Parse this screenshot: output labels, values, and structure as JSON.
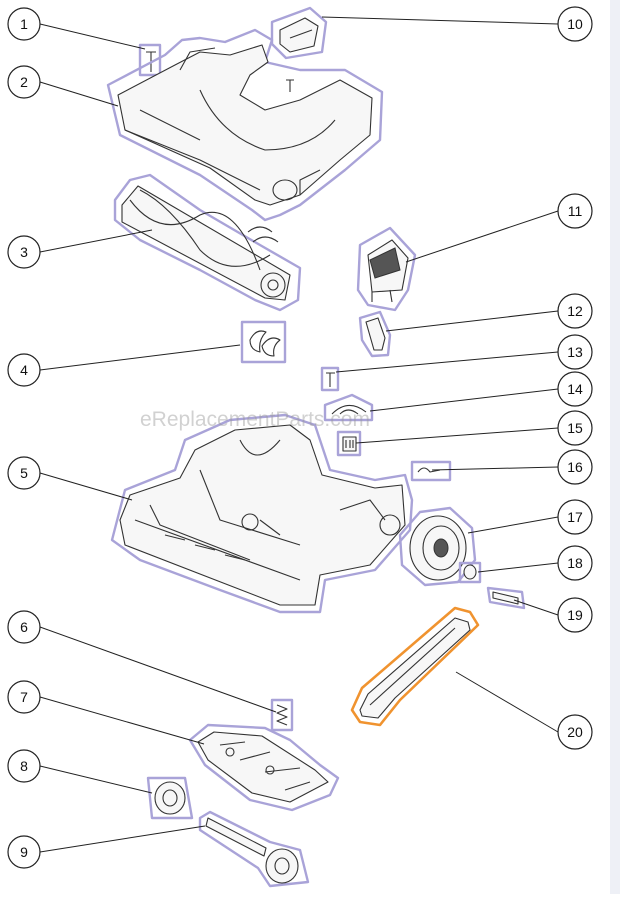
{
  "watermark": "eReplacementParts.com",
  "callouts": [
    {
      "id": "1",
      "label": "1"
    },
    {
      "id": "2",
      "label": "2"
    },
    {
      "id": "3",
      "label": "3"
    },
    {
      "id": "4",
      "label": "4"
    },
    {
      "id": "5",
      "label": "5"
    },
    {
      "id": "6",
      "label": "6"
    },
    {
      "id": "7",
      "label": "7"
    },
    {
      "id": "8",
      "label": "8"
    },
    {
      "id": "9",
      "label": "9"
    },
    {
      "id": "10",
      "label": "10"
    },
    {
      "id": "11",
      "label": "11"
    },
    {
      "id": "12",
      "label": "12"
    },
    {
      "id": "13",
      "label": "13"
    },
    {
      "id": "14",
      "label": "14"
    },
    {
      "id": "15",
      "label": "15"
    },
    {
      "id": "16",
      "label": "16"
    },
    {
      "id": "17",
      "label": "17"
    },
    {
      "id": "18",
      "label": "18"
    },
    {
      "id": "19",
      "label": "19"
    },
    {
      "id": "20",
      "label": "20"
    }
  ],
  "selected_part": "20",
  "colors": {
    "highlight": "#a9a3d8",
    "selected": "#f0932f",
    "line": "#222222"
  }
}
